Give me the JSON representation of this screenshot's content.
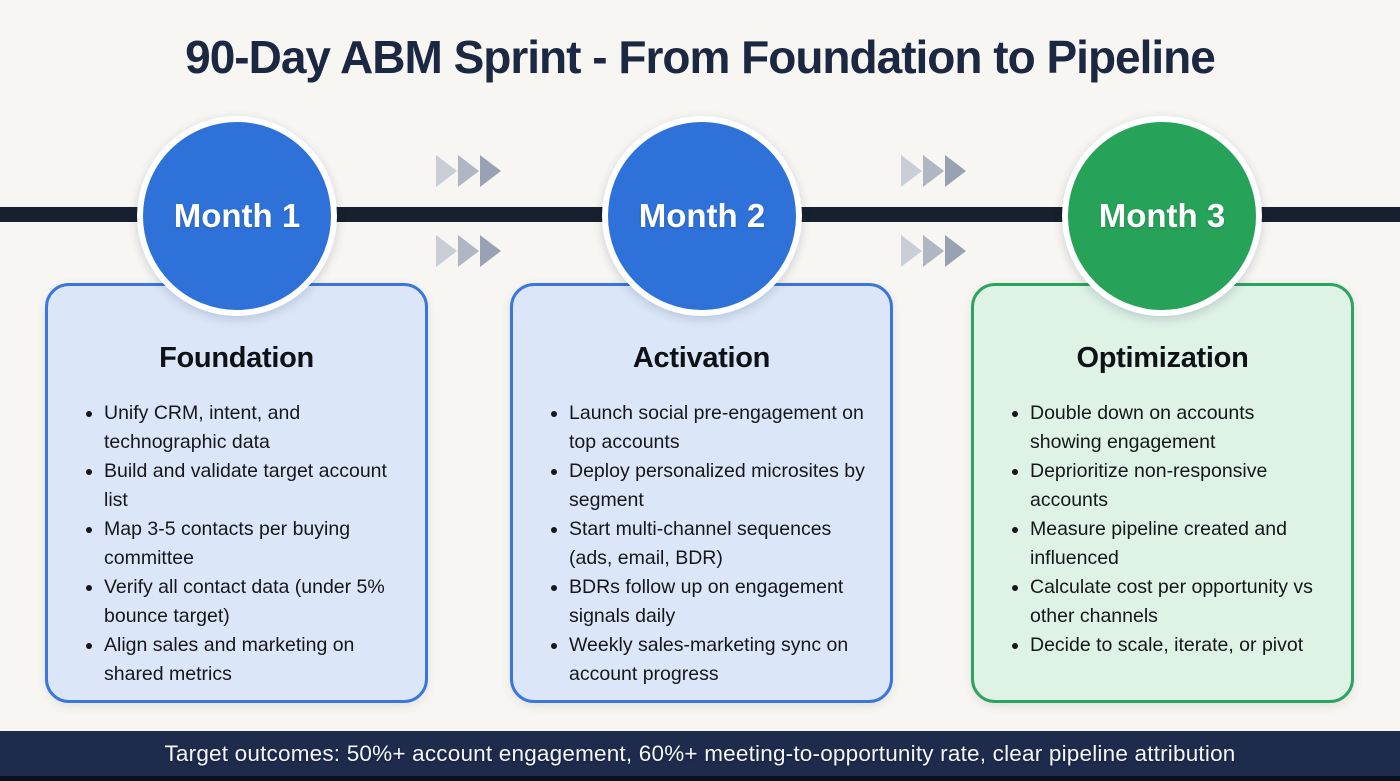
{
  "title": "90-Day ABM Sprint - From Foundation to Pipeline",
  "title_color": "#1c2742",
  "background_color": "#f8f6f2",
  "timeline": {
    "bar_color": "#16202e",
    "chevron_icon": "triangle-right",
    "chevron_colors": [
      "#c9cdd6",
      "#b0b7c2",
      "#99a2b2"
    ],
    "months": [
      {
        "label": "Month 1",
        "color": "#2e71d8"
      },
      {
        "label": "Month 2",
        "color": "#2e71d8"
      },
      {
        "label": "Month 3",
        "color": "#26a259"
      }
    ]
  },
  "cards": [
    {
      "title": "Foundation",
      "border_color": "#3a76db",
      "fill_color": "#dbe7f8",
      "bullets": [
        "Unify CRM, intent, and technographic data",
        "Build and validate target account list",
        "Map 3-5 contacts per buying committee",
        "Verify all contact data (under 5% bounce target)",
        "Align sales and marketing on shared metrics"
      ]
    },
    {
      "title": "Activation",
      "border_color": "#3a76db",
      "fill_color": "#dbe7f8",
      "bullets": [
        "Launch social pre-engagement on top accounts",
        "Deploy personalized microsites by segment",
        "Start multi-channel sequences (ads, email, BDR)",
        "BDRs follow up on engagement signals daily",
        "Weekly sales-marketing sync on account progress"
      ]
    },
    {
      "title": "Optimization",
      "border_color": "#2ca45f",
      "fill_color": "#def2e6",
      "bullets": [
        "Double down on accounts showing engagement",
        "Deprioritize non-responsive accounts",
        "Measure pipeline created and influenced",
        "Calculate cost per opportunity vs other channels",
        "Decide to scale, iterate, or pivot"
      ]
    }
  ],
  "footer": {
    "text": "Target outcomes: 50%+ account engagement, 60%+ meeting-to-opportunity rate, clear pipeline attribution",
    "background": "#1e2b4c",
    "text_color": "#f4f6fa"
  }
}
